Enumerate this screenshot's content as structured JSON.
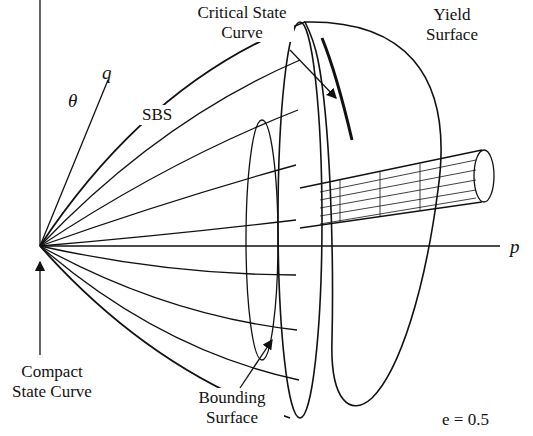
{
  "diagram": {
    "labels": [
      "q",
      "θ",
      "p",
      "SBS",
      "Critical State Curve",
      "Yield Surface",
      "Compact State Curve",
      "Bounding Surface",
      "e = 0.5"
    ]
  }
}
